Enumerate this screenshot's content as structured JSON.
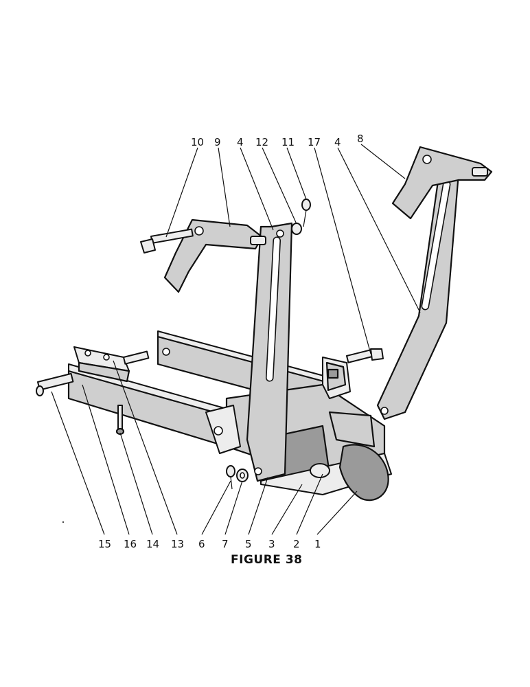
{
  "figure": {
    "caption": "FIGURE 38",
    "callouts": [
      "10",
      "9",
      "4",
      "12",
      "11",
      "17",
      "4",
      "8",
      "15",
      "16",
      "14",
      "13",
      "6",
      "7",
      "5",
      "3",
      "2",
      "1"
    ]
  }
}
